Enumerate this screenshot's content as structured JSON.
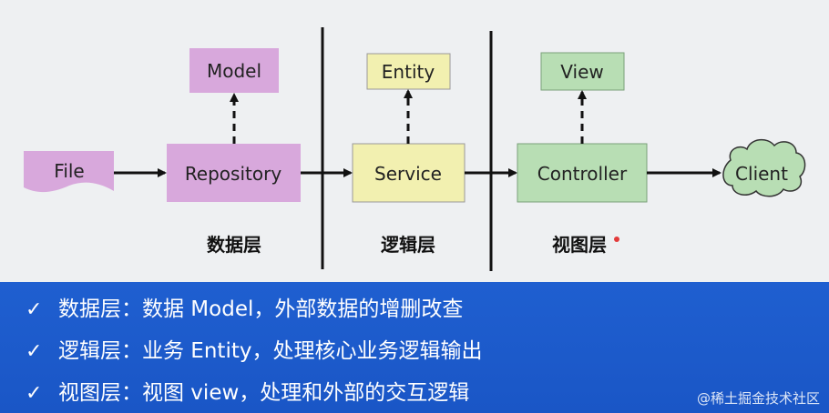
{
  "nodes": {
    "file": "File",
    "repository": "Repository",
    "model": "Model",
    "service": "Service",
    "entity": "Entity",
    "controller": "Controller",
    "view": "View",
    "client": "Client"
  },
  "layers": {
    "data": "数据层",
    "logic": "逻辑层",
    "view": "视图层"
  },
  "bullets": [
    {
      "check": "✓",
      "text": "数据层：数据 Model，外部数据的增删改查"
    },
    {
      "check": "✓",
      "text": "逻辑层：业务 Entity，处理核心业务逻辑输出"
    },
    {
      "check": "✓",
      "text": "视图层：视图 view，处理和外部的交互逻辑"
    }
  ],
  "watermark": "@稀土掘金技术社区",
  "colors": {
    "data_layer_fill": "#d8a8dc",
    "logic_layer_fill": "#f2f0b0",
    "view_layer_fill": "#b8deb4",
    "banner": "#1f5fd0"
  }
}
